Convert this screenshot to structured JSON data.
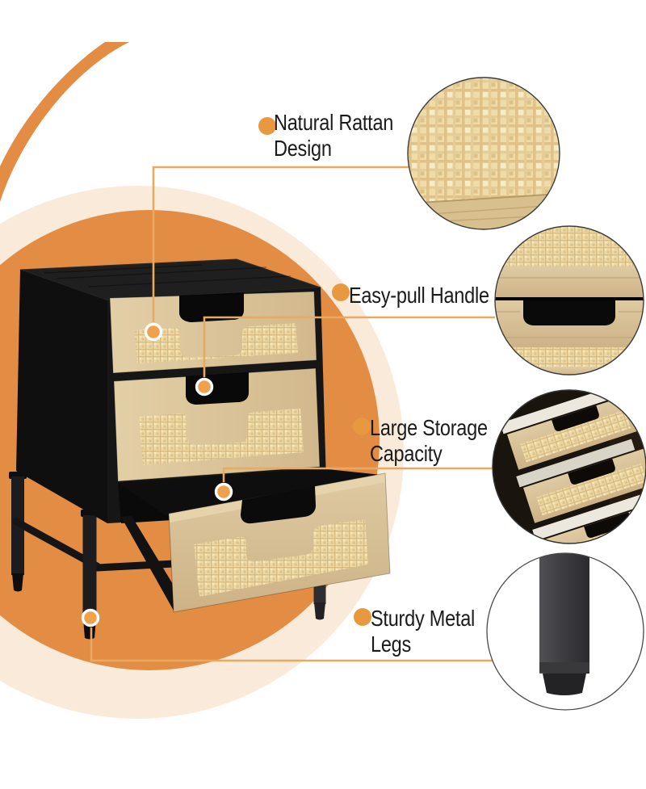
{
  "callouts": {
    "rattan": {
      "line1": "Natural Rattan",
      "line2": "Design"
    },
    "handle": {
      "line1": "Easy-pull Handle"
    },
    "storage": {
      "line1": "Large Storage",
      "line2": "Capacity"
    },
    "legs": {
      "line1": "Sturdy Metal",
      "line2": "Legs"
    }
  },
  "insets": {
    "rattan": "rattan-weave-texture-closeup",
    "handle": "drawer-handle-cutout-closeup",
    "storage": "three-open-drawers-storage-closeup",
    "legs": "black-metal-leg-closeup"
  },
  "colors": {
    "accent_orange": "#E28C44",
    "pale_cream": "#FAEADA",
    "leader_line": "#E7AA60",
    "target_dot": "#F0A14D",
    "bullet_dot": "#E8993F",
    "label_text": "#1B1B1B",
    "cabinet_black": "#161616",
    "wood_light": "#D9C29A",
    "rattan_beige": "#EDD9A6"
  }
}
